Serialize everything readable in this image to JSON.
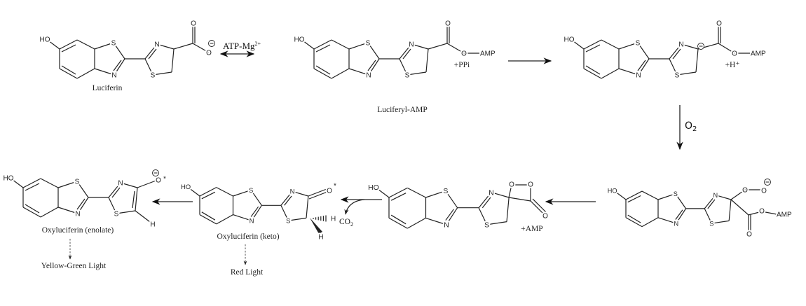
{
  "atoms": {
    "hydroxyl": "HO",
    "sulfur": "S",
    "nitrogen": "N",
    "oxygen": "O",
    "amp": "AMP",
    "hydrogen": "H",
    "asterisk": "*"
  },
  "molecules": {
    "luciferin": {
      "name": "Luciferin"
    },
    "luciferyl_amp": {
      "name": "Luciferyl-AMP",
      "byproduct": "+PPi"
    },
    "carbanion": {
      "byproduct": "+H⁺"
    },
    "dioxetanone": {
      "byproduct": "+AMP"
    },
    "keto": {
      "name": "Oxyluciferin (keto)",
      "emission": "Red Light"
    },
    "enolate": {
      "name": "Oxyluciferin (enolate)",
      "emission": "Yellow-Green Light"
    }
  },
  "reagents": {
    "atp": "ATP-Mg",
    "atp_charge": "2+",
    "oxygen": "O",
    "oxygen_sub": "2",
    "co2": "CO",
    "co2_sub": "2"
  },
  "icons": {
    "negative_charge": "minus-circle",
    "reaction_arrow": "arrow"
  }
}
